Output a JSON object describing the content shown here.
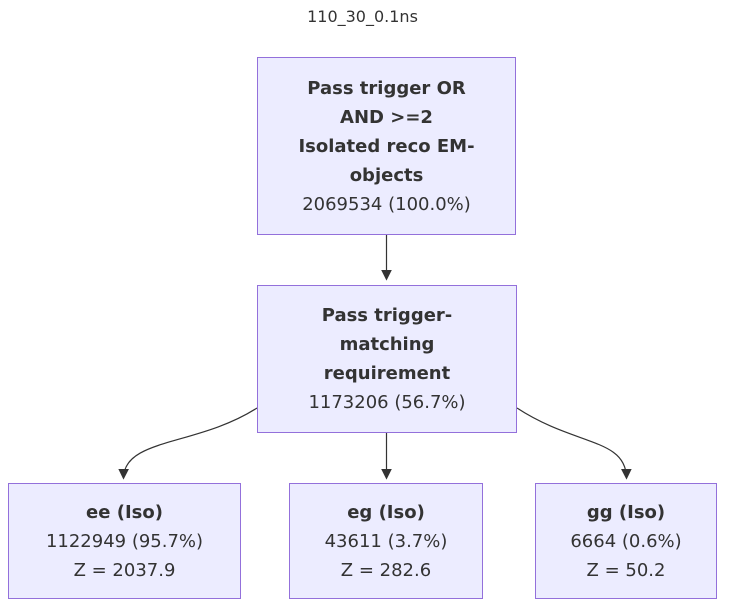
{
  "title": "110_30_0.1ns",
  "colors": {
    "node_fill": "#ECECFF",
    "node_border": "#9370DB",
    "text": "#333333",
    "edge": "#333333",
    "background": "#ffffff"
  },
  "nodes": {
    "root": {
      "label": "Pass trigger OR\nAND >=2\nIsolated reco EM-\nobjects",
      "count": "2069534 (100.0%)"
    },
    "match": {
      "label": "Pass trigger-\nmatching\nrequirement",
      "count": "1173206 (56.7%)"
    },
    "ee": {
      "label": "ee (Iso)",
      "count": "1122949 (95.7%)",
      "z": "Z = 2037.9"
    },
    "eg": {
      "label": "eg (Iso)",
      "count": "43611 (3.7%)",
      "z": "Z = 282.6"
    },
    "gg": {
      "label": "gg (Iso)",
      "count": "6664 (0.6%)",
      "z": "Z = 50.2"
    }
  },
  "edges": [
    {
      "from": "root",
      "to": "match"
    },
    {
      "from": "match",
      "to": "ee"
    },
    {
      "from": "match",
      "to": "eg"
    },
    {
      "from": "match",
      "to": "gg"
    }
  ]
}
